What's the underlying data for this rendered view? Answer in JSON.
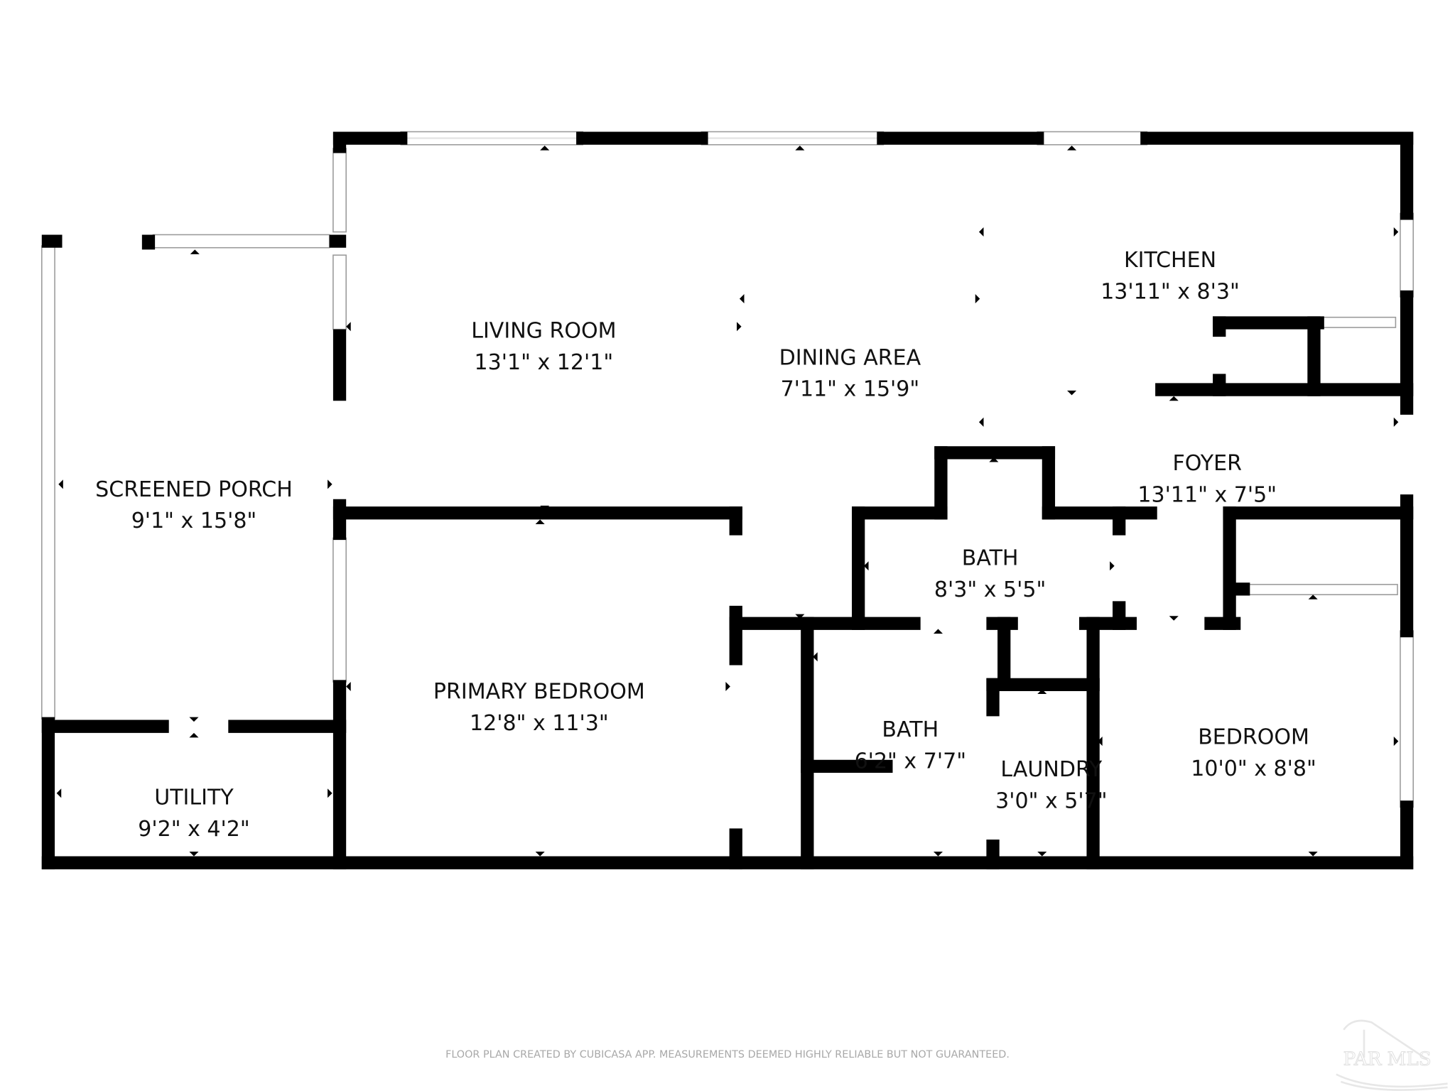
{
  "floor_plan": {
    "rooms": [
      {
        "name": "LIVING ROOM",
        "dims": "13'1\" x 12'1\""
      },
      {
        "name": "DINING AREA",
        "dims": "7'11\" x 15'9\""
      },
      {
        "name": "KITCHEN",
        "dims": "13'11\" x 8'3\""
      },
      {
        "name": "SCREENED PORCH",
        "dims": "9'1\" x 15'8\""
      },
      {
        "name": "FOYER",
        "dims": "13'11\" x 7'5\""
      },
      {
        "name": "BATH",
        "dims": "8'3\" x 5'5\""
      },
      {
        "name": "PRIMARY BEDROOM",
        "dims": "12'8\" x 11'3\""
      },
      {
        "name": "BATH",
        "dims": "6'2\" x 7'7\""
      },
      {
        "name": "LAUNDRY",
        "dims": "3'0\" x 5'7\""
      },
      {
        "name": "BEDROOM",
        "dims": "10'0\" x 8'8\""
      },
      {
        "name": "UTILITY",
        "dims": "9'2\" x 4'2\""
      }
    ]
  },
  "footer": {
    "disclaimer": "FLOOR PLAN CREATED BY CUBICASA APP. MEASUREMENTS DEEMED HIGHLY RELIABLE BUT NOT GUARANTEED.",
    "logo_text": "PAR MLS"
  }
}
